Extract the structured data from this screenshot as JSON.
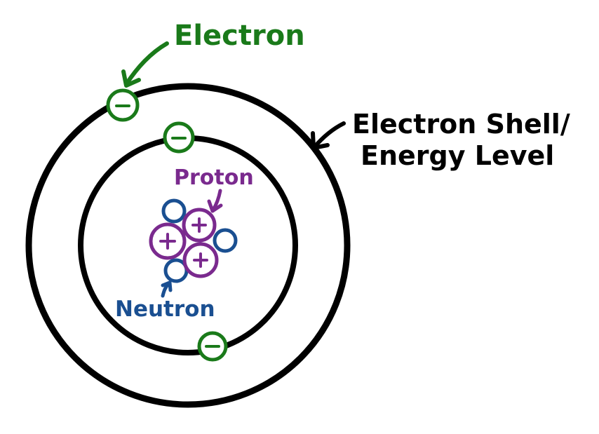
{
  "labels": {
    "electron": "Electron",
    "shell_line1": "Electron Shell/",
    "shell_line2": "Energy Level",
    "proton": "Proton",
    "neutron": "Neutron"
  },
  "symbols": {
    "electron_sign": "−",
    "proton_sign": "+"
  },
  "colors": {
    "electron": "#1a7a1a",
    "proton": "#7a2a8e",
    "neutron": "#1a4f91",
    "shell": "#000000",
    "background": "#ffffff"
  },
  "icons": {
    "electron": "electron-circle-icon",
    "proton": "proton-circle-icon",
    "neutron": "neutron-circle-icon",
    "arrow": "arrow-icon"
  }
}
